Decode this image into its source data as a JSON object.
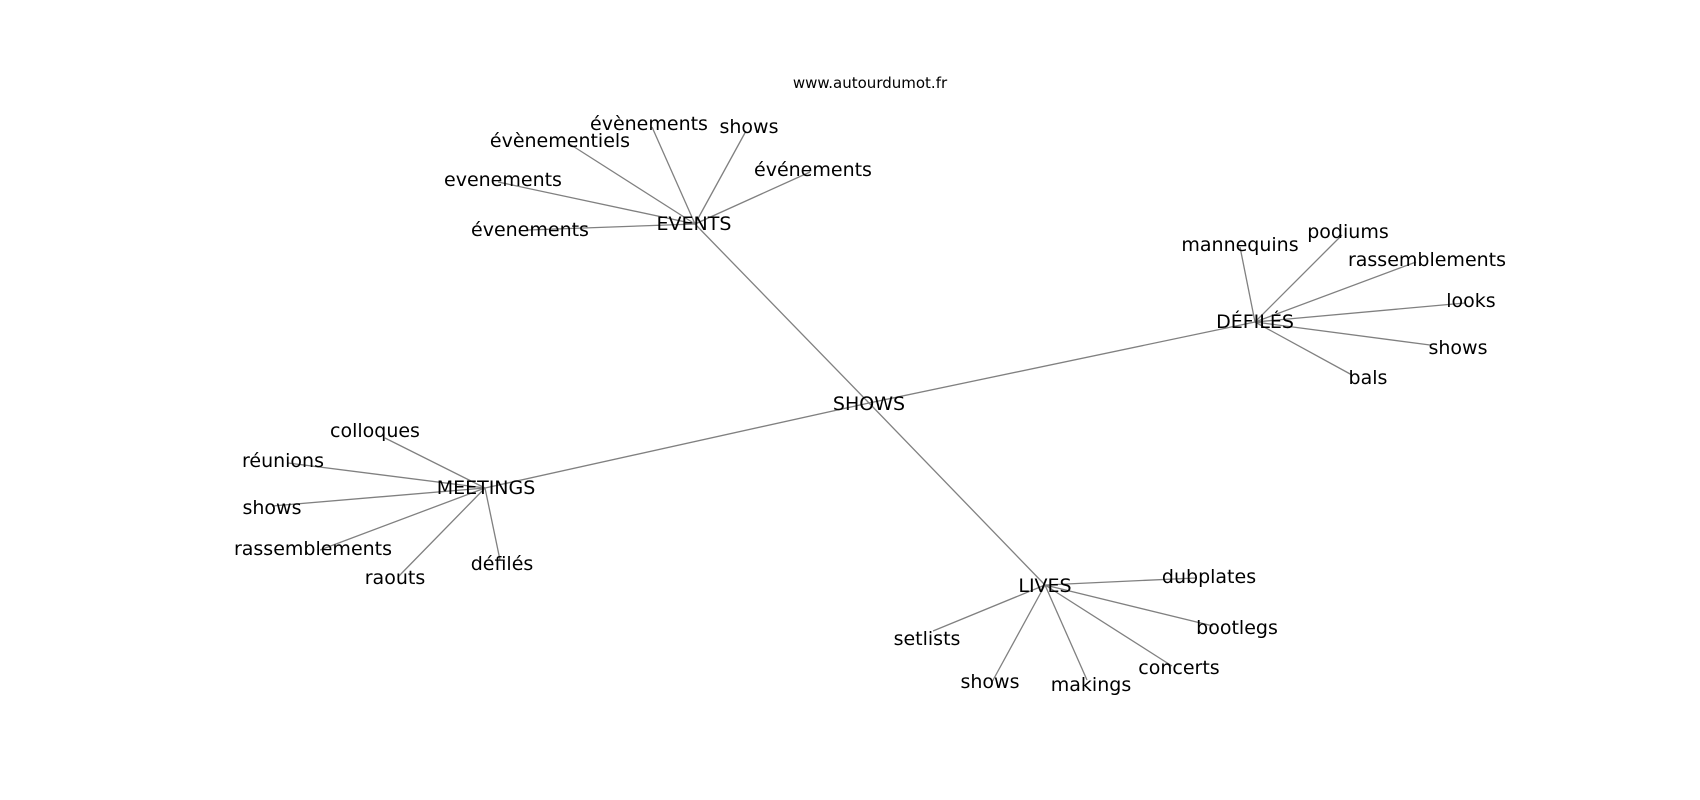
{
  "watermark": "www.autourdumot.fr",
  "root": "SHOWS",
  "branches": [
    {
      "label": "EVENTS",
      "leaves": [
        "évènements",
        "shows",
        "évènementiels",
        "événements",
        "evenements",
        "évenements"
      ]
    },
    {
      "label": "DÉFILÉS",
      "leaves": [
        "mannequins",
        "podiums",
        "rassemblements",
        "looks",
        "shows",
        "bals"
      ]
    },
    {
      "label": "MEETINGS",
      "leaves": [
        "colloques",
        "réunions",
        "shows",
        "rassemblements",
        "raouts",
        "défilés"
      ]
    },
    {
      "label": "LIVES",
      "leaves": [
        "dubplates",
        "bootlegs",
        "setlists",
        "concerts",
        "shows",
        "makings"
      ]
    }
  ]
}
